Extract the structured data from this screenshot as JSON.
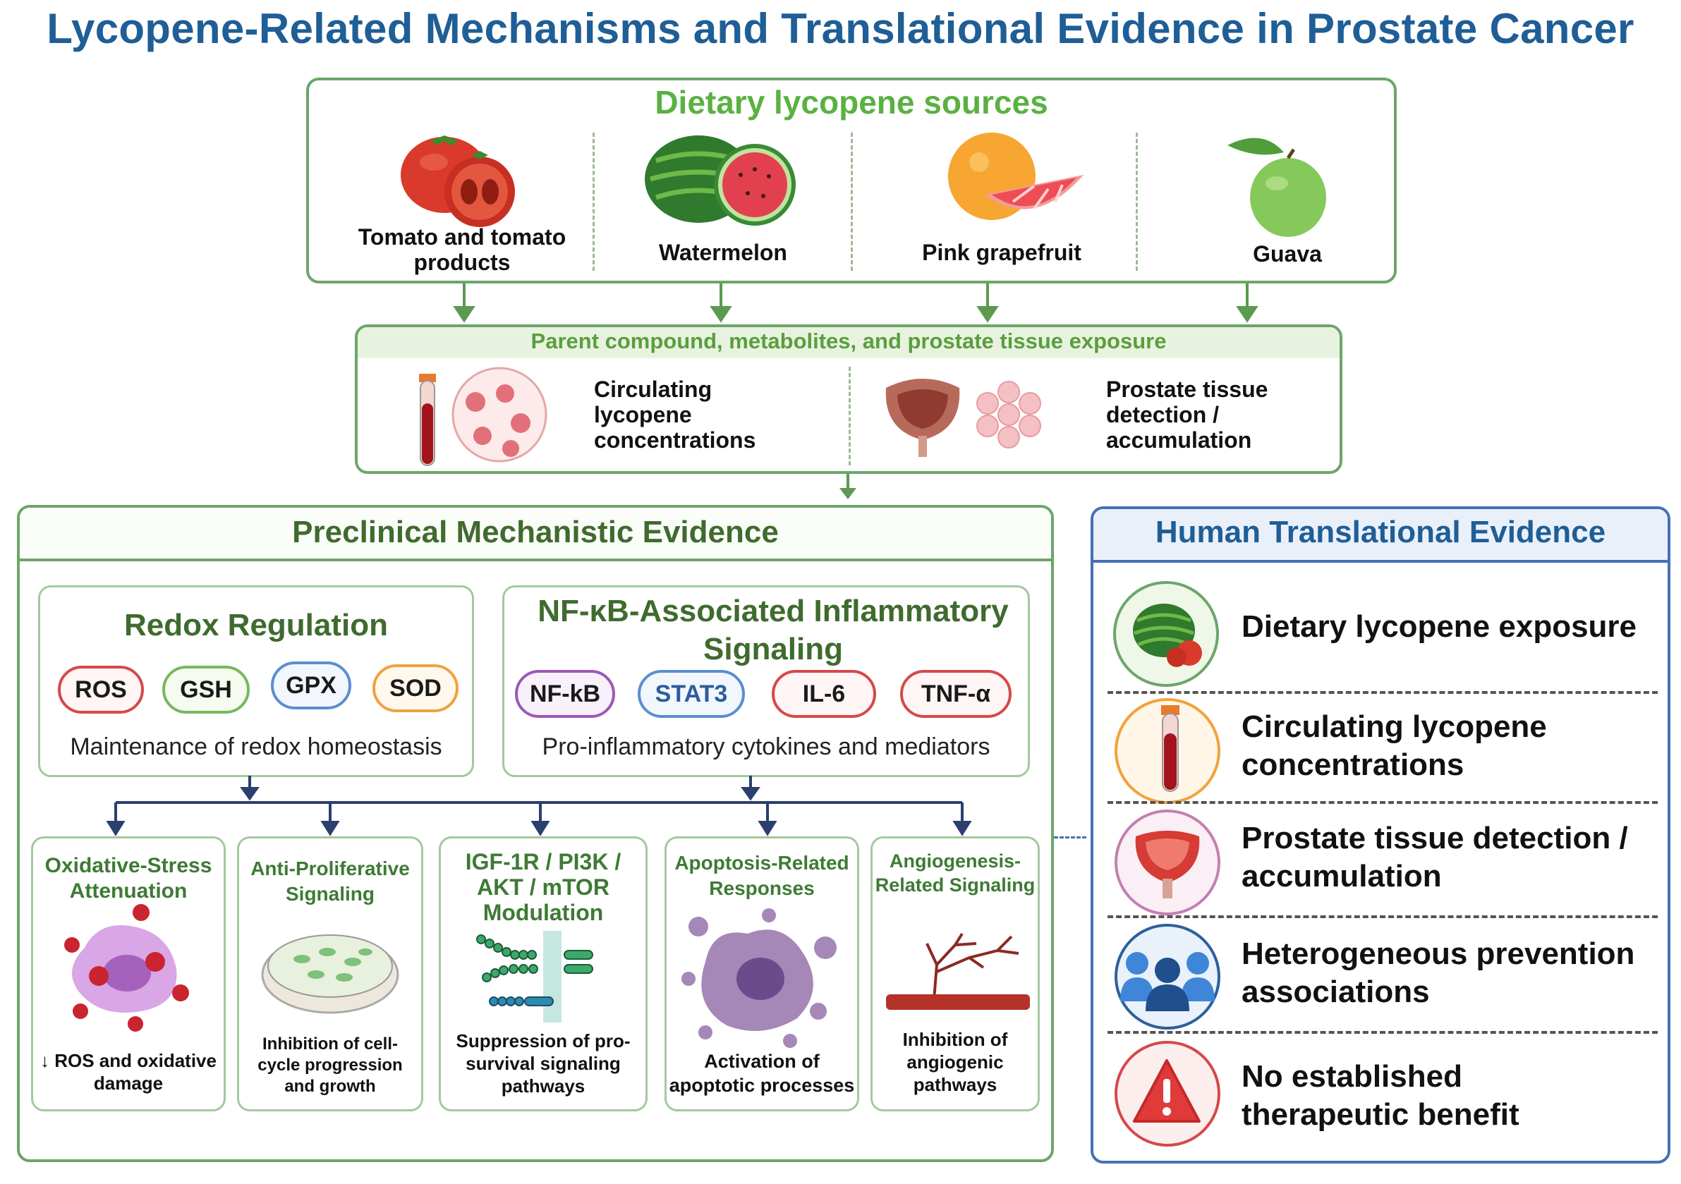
{
  "title": "Lycopene-Related Mechanisms and Translational Evidence in Prostate Cancer",
  "sources": {
    "heading": "Dietary lycopene sources",
    "items": [
      {
        "label": "Tomato and tomato products",
        "icon": "tomato-icon"
      },
      {
        "label": "Watermelon",
        "icon": "watermelon-icon"
      },
      {
        "label": "Pink grapefruit",
        "icon": "grapefruit-icon"
      },
      {
        "label": "Guava",
        "icon": "guava-icon"
      }
    ]
  },
  "exposure": {
    "heading": "Parent compound, metabolites, and prostate tissue exposure",
    "left_label": "Circulating lycopene concentrations",
    "right_label": "Prostate tissue detection / accumulation"
  },
  "preclinical": {
    "heading": "Preclinical Mechanistic Evidence",
    "redox": {
      "title": "Redox Regulation",
      "pills": [
        "ROS",
        "GSH",
        "GPX",
        "SOD"
      ],
      "caption": "Maintenance of redox homeostasis"
    },
    "nfkb": {
      "title": "NF-κB-Associated Inflammatory Signaling",
      "pills": [
        "NF-kB",
        "STAT3",
        "IL-6",
        "TNF-α"
      ],
      "caption": "Pro-inflammatory cytokines and mediators"
    },
    "mechanisms": [
      {
        "title": "Oxidative-Stress Attenuation",
        "caption": "↓ ROS and oxidative damage",
        "icon": "ros-cell-icon"
      },
      {
        "title": "Anti-Proliferative Signaling",
        "caption": "Inhibition of cell-cycle progression and growth",
        "icon": "petri-dish-icon"
      },
      {
        "title": "IGF-1R / PI3K / AKT / mTOR Modulation",
        "caption": "Suppression of pro-survival signaling pathways",
        "icon": "signaling-pathway-icon"
      },
      {
        "title": "Apoptosis-Related Responses",
        "caption": "Activation of apoptotic processes",
        "icon": "apoptotic-cell-icon"
      },
      {
        "title": "Angiogenesis-Related Signaling",
        "caption": "Inhibition of angiogenic pathways",
        "icon": "blood-vessel-icon"
      }
    ]
  },
  "human": {
    "heading": "Human Translational Evidence",
    "items": [
      {
        "label": "Dietary lycopene exposure",
        "icon": "watermelon-tomato-icon"
      },
      {
        "label": "Circulating lycopene concentrations",
        "icon": "blood-tube-icon"
      },
      {
        "label": "Prostate tissue detection / accumulation",
        "icon": "prostate-icon"
      },
      {
        "label": "Heterogeneous prevention associations",
        "icon": "people-group-icon"
      },
      {
        "label": "No established therapeutic benefit",
        "icon": "warning-icon"
      }
    ]
  },
  "colors": {
    "title": "#1f5e96",
    "green_border": "#6da56a",
    "green_heading": "#5ab142",
    "blue_border": "#4670b5",
    "arrow_green": "#5b9a4f",
    "arrow_navy": "#2b3f6e"
  }
}
